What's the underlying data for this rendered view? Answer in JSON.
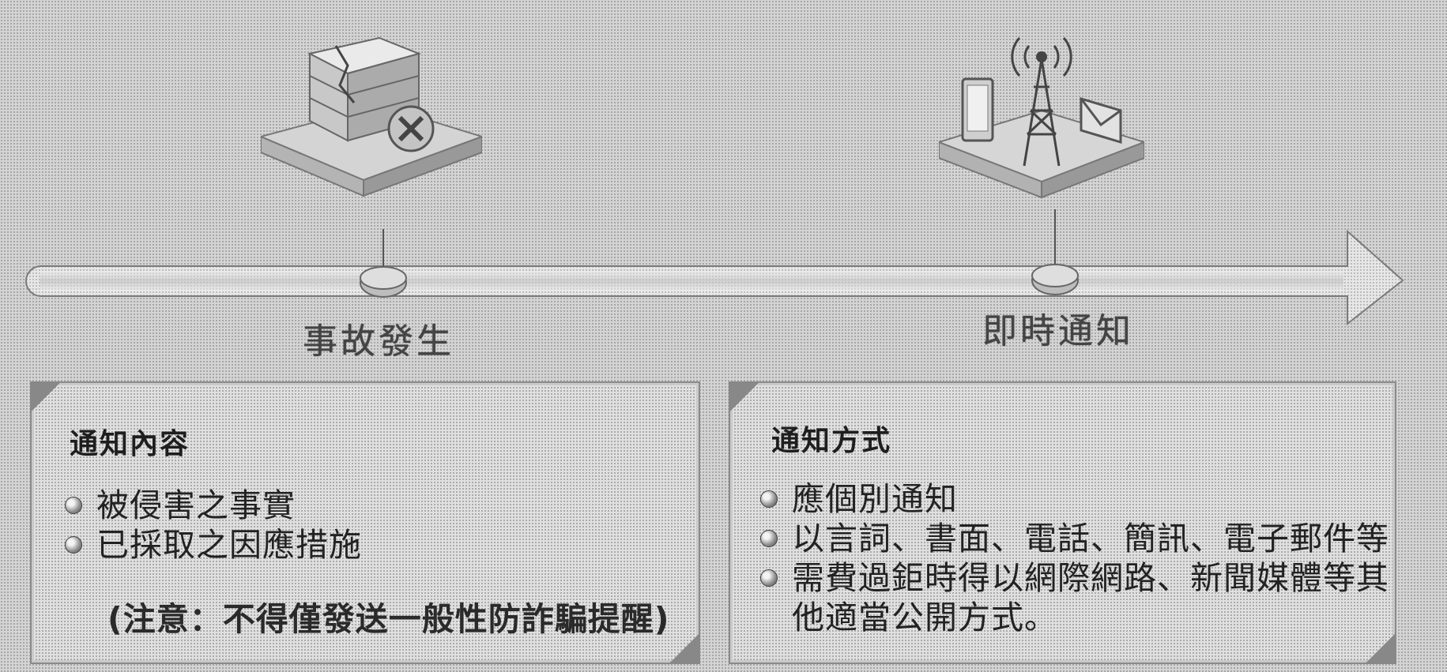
{
  "timeline": {
    "event_1": "事故發生",
    "event_2": "即時通知"
  },
  "left_panel": {
    "title": "通知內容",
    "items": [
      "被侵害之事實",
      "已採取之因應措施"
    ],
    "note": "(注意：不得僅發送一般性防詐騙提醒)"
  },
  "right_panel": {
    "title": "通知方式",
    "items": [
      "應個別通知",
      "以言詞、書面、電話、簡訊、電子郵件等",
      "需費過鉅時得以網際網路、新聞媒體等其",
      "他適當公開方式。"
    ]
  },
  "icons": {
    "incident": "server-damage-icon",
    "notify": "broadcast-tower-icon"
  }
}
